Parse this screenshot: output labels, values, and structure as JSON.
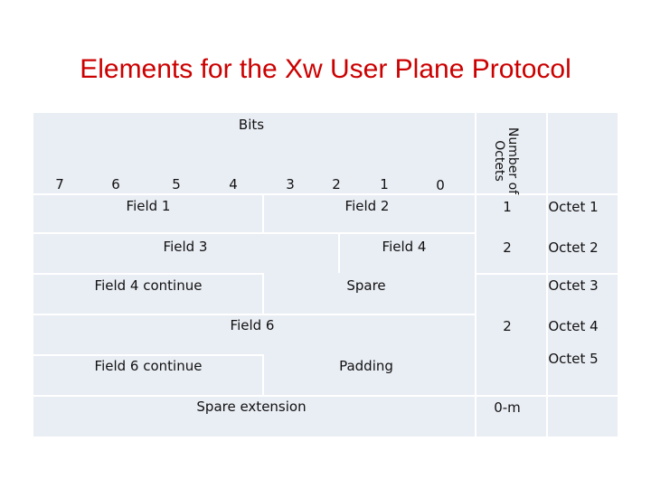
{
  "title": "Elements for the Xw User Plane Protocol",
  "header": {
    "bits_label": "Bits",
    "bit_numbers": [
      "7",
      "6",
      "5",
      "4",
      "3",
      "2",
      "1",
      "0"
    ],
    "octets_column_label_line1": "Number of",
    "octets_column_label_line2": "Octets"
  },
  "rows": [
    {
      "fields": [
        "Field 1",
        "Field 2"
      ],
      "octets": "1",
      "octet_label": "Octet 1"
    },
    {
      "fields": [
        "Field 3",
        "Field 4"
      ],
      "octets": "2",
      "octet_label": "Octet 2"
    },
    {
      "fields": [
        "Field 4 continue",
        "Spare"
      ],
      "octets": "",
      "octet_label": "Octet 3"
    },
    {
      "fields": [
        "Field 6"
      ],
      "octets": "2",
      "octet_label": "Octet 4"
    },
    {
      "fields": [
        "Field 6 continue",
        "Padding"
      ],
      "octets": "",
      "octet_label": "Octet 5"
    },
    {
      "fields": [
        "Spare extension"
      ],
      "octets": "0-m",
      "octet_label": ""
    }
  ],
  "colors": {
    "title": "#cc0000",
    "cell_fill": "#e9edf4",
    "grid_line": "#ffffff"
  }
}
